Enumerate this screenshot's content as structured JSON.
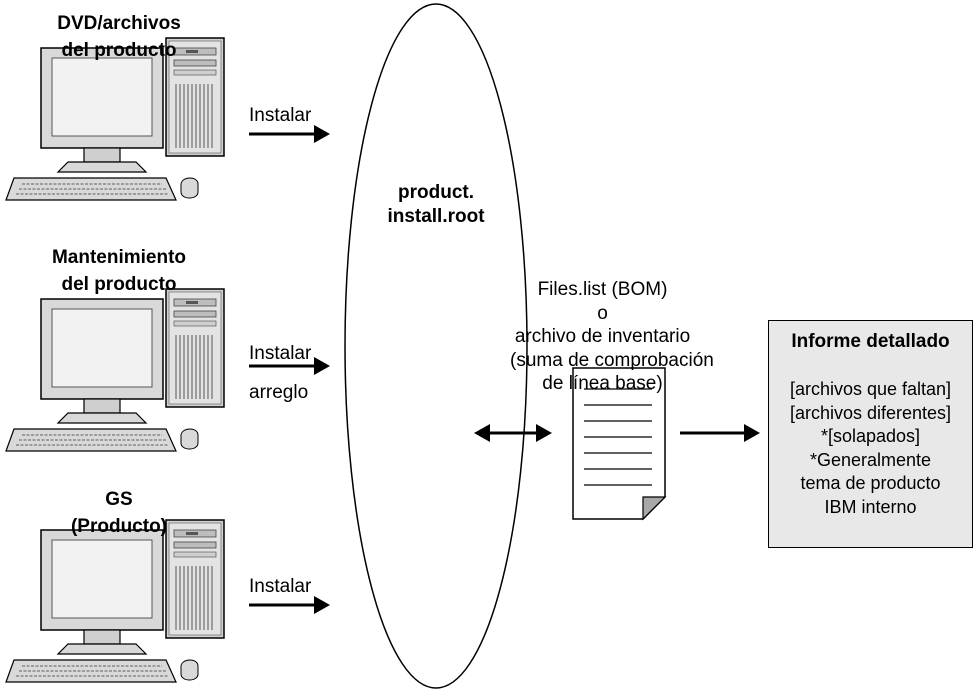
{
  "sources": [
    {
      "title_lines": [
        "DVD/archivos",
        "del producto"
      ],
      "action_lines": [
        "Instalar"
      ]
    },
    {
      "title_lines": [
        "Mantenimiento",
        "del producto"
      ],
      "action_lines": [
        "Instalar",
        "arreglo"
      ]
    },
    {
      "title_lines": [
        "GS",
        "(Producto)"
      ],
      "action_lines": [
        "Instalar"
      ]
    }
  ],
  "install_root": {
    "lines": [
      "product.",
      "install.root"
    ]
  },
  "inventory": {
    "lines": [
      "Files.list (BOM)",
      "o",
      "archivo de inventario",
      "(suma de comprobación",
      "de línea base)"
    ]
  },
  "report": {
    "title": "Informe detallado",
    "lines": [
      "[archivos que faltan]",
      "[archivos diferentes]",
      "*[solapados]",
      "*Generalmente",
      "tema de producto",
      "IBM interno"
    ]
  },
  "colors": {
    "report_bg": "#e8e8e8",
    "monitor_bezel": "#d9d9d9",
    "screen": "#f2f2f2",
    "ellipse_fill": "#ffffff",
    "stroke": "#000000"
  },
  "icons": [
    "desktop-computer-icon",
    "document-icon",
    "arrow-right-icon",
    "double-arrow-icon"
  ]
}
